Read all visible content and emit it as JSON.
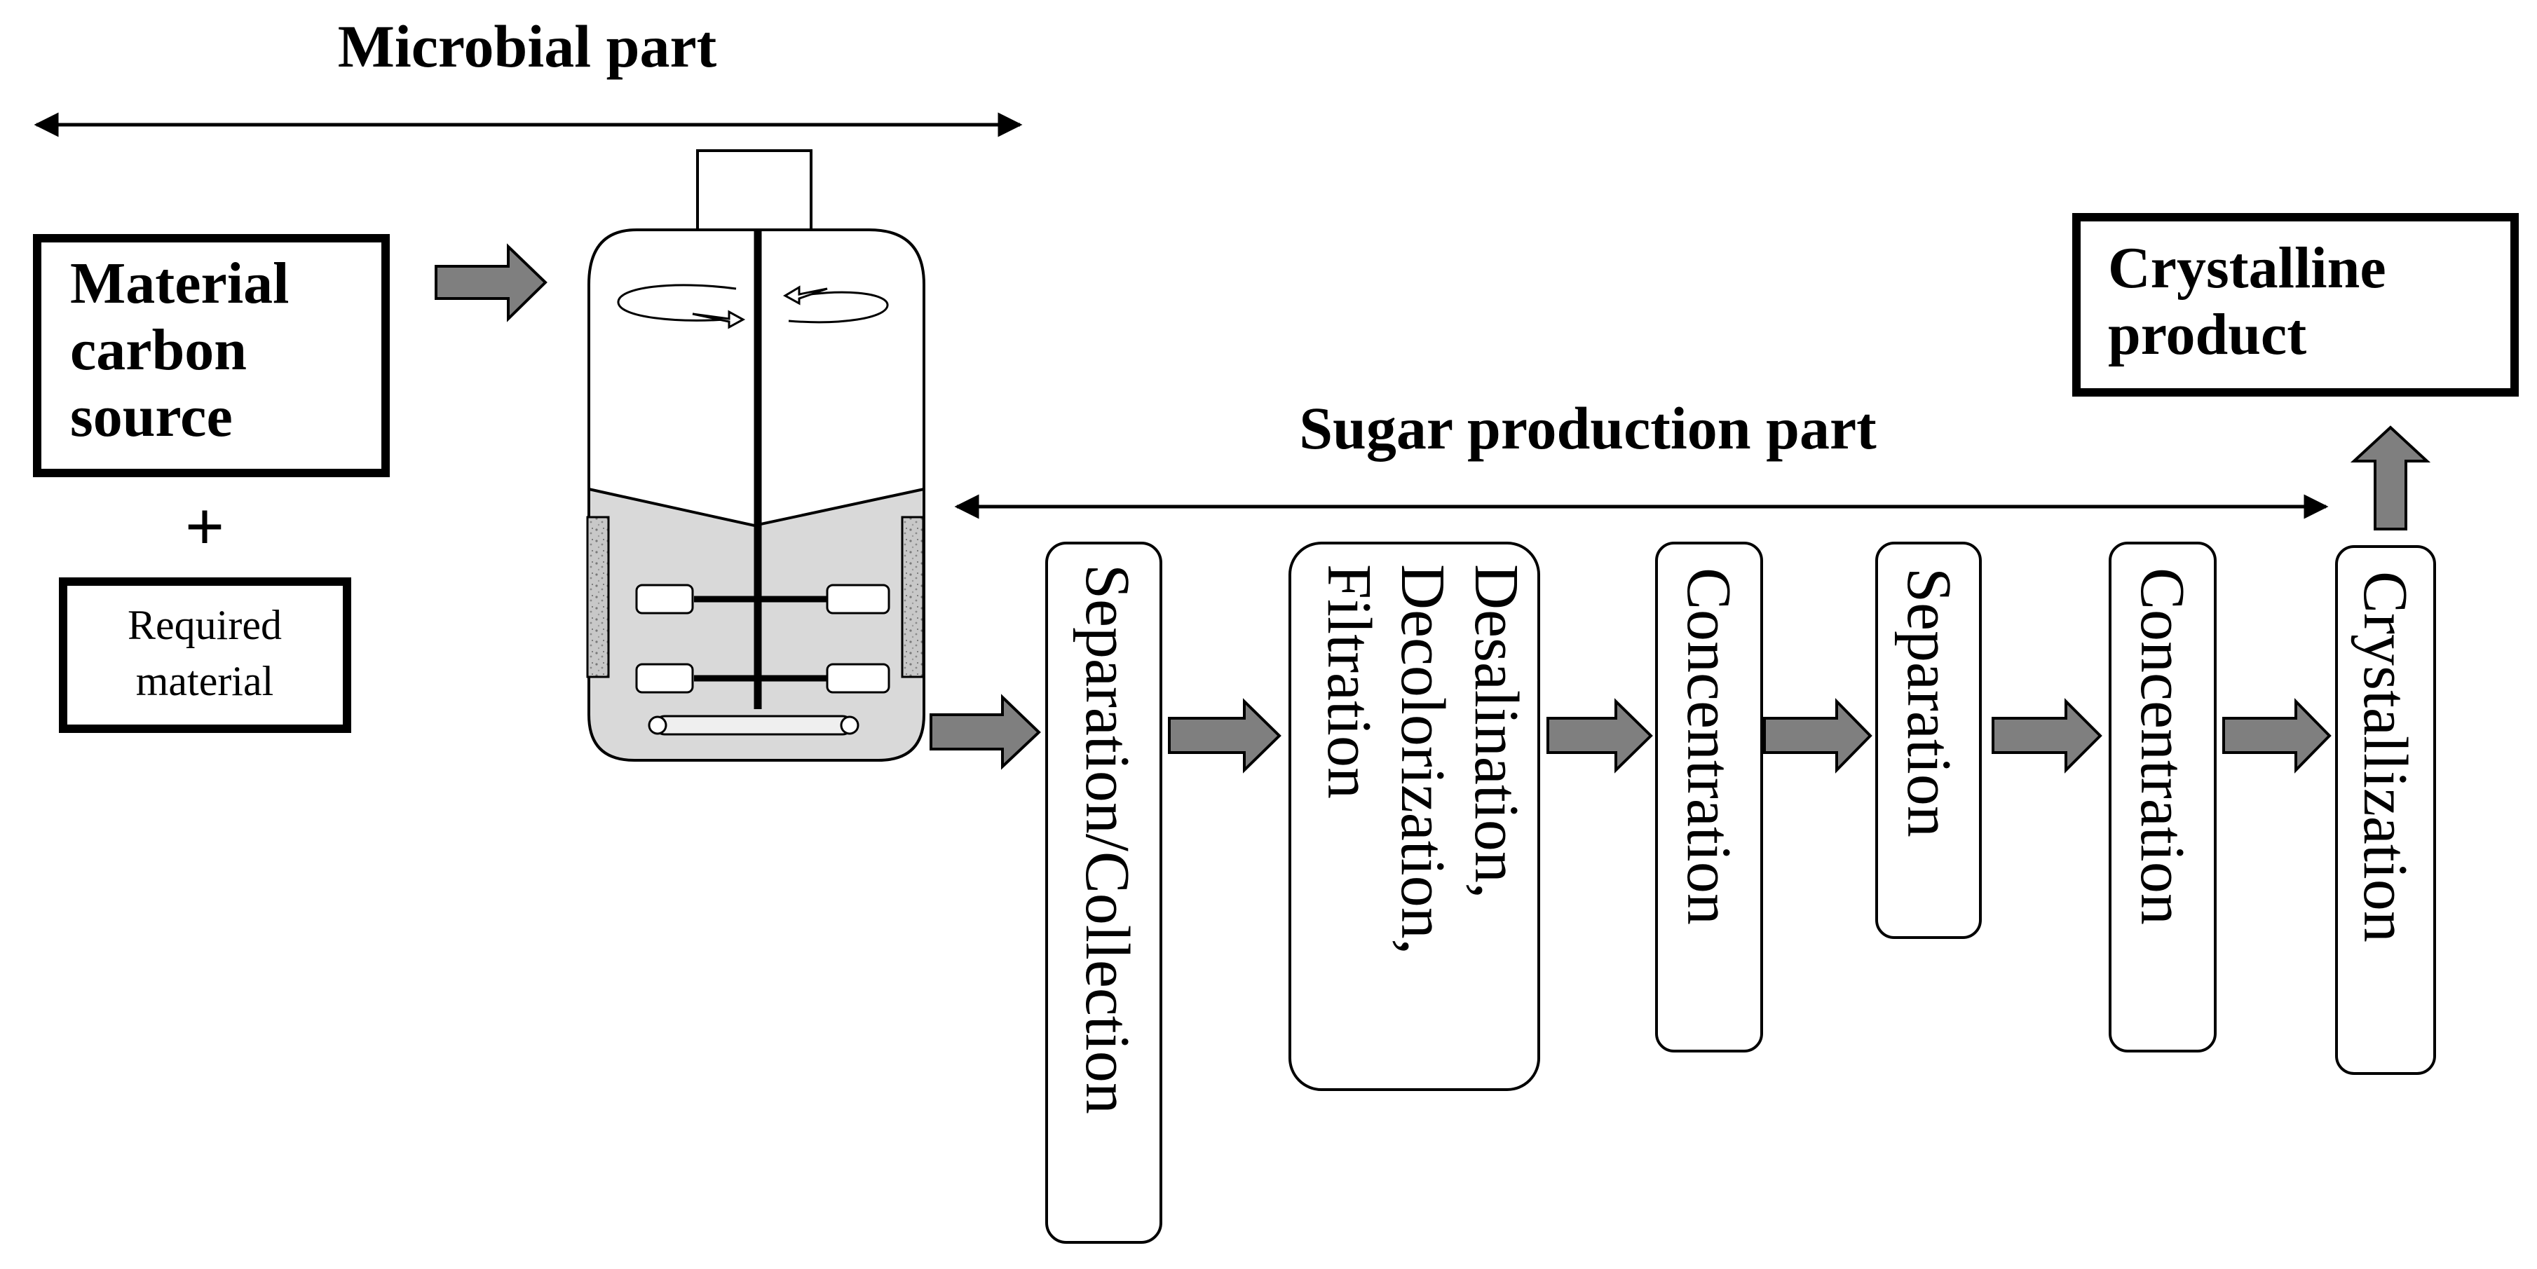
{
  "colors": {
    "stroke": "#000000",
    "arrow_fill": "#7f7f7f",
    "liquid_fill": "#d9d9d9",
    "baffle_fill": "#bdbdbd",
    "background": "#ffffff"
  },
  "sections": {
    "microbial": "Microbial part",
    "sugar": "Sugar production part"
  },
  "inputs": {
    "carbon_source": [
      "Material",
      "carbon",
      "source"
    ],
    "plus": "+",
    "required_material": [
      "Required",
      "material"
    ]
  },
  "steps": [
    {
      "label": [
        "Separation/Collection"
      ]
    },
    {
      "label": [
        "Desalination,",
        "Decolorization,",
        "Filtration"
      ]
    },
    {
      "label": [
        "Concentration"
      ]
    },
    {
      "label": [
        "Separation"
      ]
    },
    {
      "label": [
        "Concentration"
      ]
    },
    {
      "label": [
        "Crystallization"
      ]
    }
  ],
  "output": {
    "product": [
      "Crystalline",
      "product"
    ]
  },
  "icons": {
    "fermenter": "bioreactor-icon",
    "flow_arrow": "right-block-arrow-icon",
    "up_arrow": "up-block-arrow-icon"
  }
}
